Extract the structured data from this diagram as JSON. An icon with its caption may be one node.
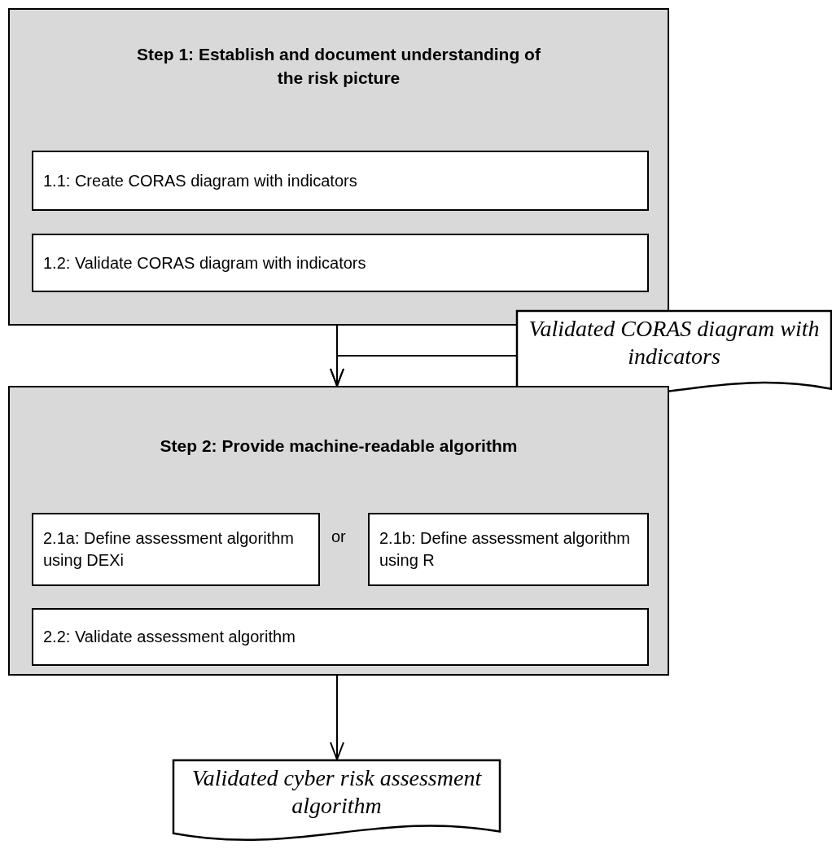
{
  "diagram": {
    "nodes": [
      {
        "text": [
          "Step 1: Establish and document understanding of the risk picture"
        ]
      },
      {
        "text": [
          "1.1: Create CORAS diagram with indicators"
        ],
        "in": 0
      },
      {
        "text": [
          "1.2: Validate CORAS diagram with indicators"
        ],
        "in": 0
      },
      {
        "text": [
          "Validated CORAS diagram with indicators"
        ]
      },
      {
        "text": [
          "Step 2: Provide machine-readable algorithm"
        ]
      },
      {
        "text": [
          "2.1a: Define assessment algorithm using DEXi"
        ],
        "in": 4
      },
      {
        "text": [
          "2.1b: Define assessment algorithm using R"
        ],
        "in": 4
      },
      {
        "text": [
          "2.2: Validate assessment algorithm"
        ],
        "in": 4
      },
      {
        "text": [
          "Validated cyber risk assessment algorithm"
        ]
      }
    ],
    "edges": [
      {
        "from": 0,
        "to": 4,
        "arrow": "to"
      },
      {
        "from": 3,
        "to": 4,
        "arrow": "to"
      },
      {
        "from": 4,
        "to": 8,
        "arrow": "to"
      }
    ],
    "labels": [
      "or"
    ]
  }
}
